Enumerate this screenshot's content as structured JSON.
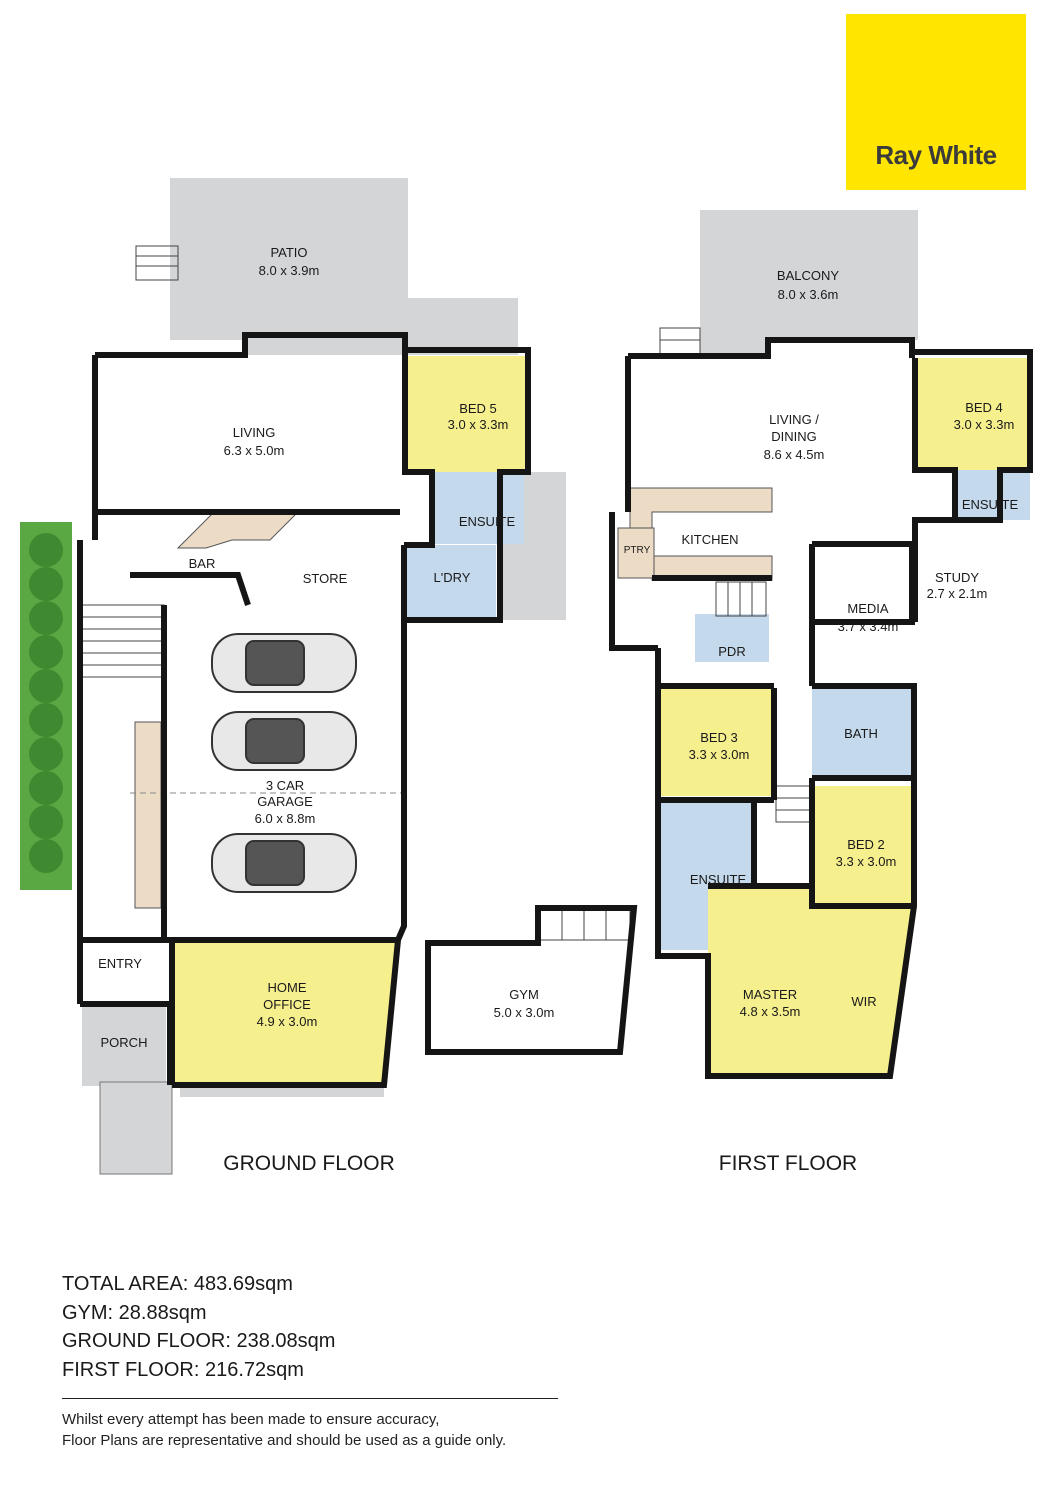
{
  "brand": {
    "logo_text": "Ray White",
    "logo_color": "#ffe500"
  },
  "colors": {
    "bedroom": "#f6ef8e",
    "wet": "#c4d9ec",
    "outdoor": "#d4d5d7",
    "joinery": "#ecdcc6",
    "garden": "#5aa844",
    "wall": "#151515"
  },
  "ground_floor": {
    "title": "GROUND FLOOR",
    "rooms": {
      "patio": {
        "name": "PATIO",
        "size": "8.0 x 3.9m"
      },
      "living": {
        "name": "LIVING",
        "size": "6.3 x 5.0m"
      },
      "bed5": {
        "name": "BED 5",
        "size": "3.0 x 3.3m"
      },
      "ensuite": {
        "name": "ENSUITE"
      },
      "laundry": {
        "name": "L'DRY"
      },
      "bar": {
        "name": "BAR"
      },
      "store": {
        "name": "STORE"
      },
      "garage_l1": "3 CAR",
      "garage_l2": "GARAGE",
      "garage_size": "6.0 x 8.8m",
      "entry": {
        "name": "ENTRY"
      },
      "office_l1": "HOME",
      "office_l2": "OFFICE",
      "office_size": "4.9 x 3.0m",
      "porch": {
        "name": "PORCH"
      },
      "gym": {
        "name": "GYM",
        "size": "5.0 x 3.0m"
      }
    }
  },
  "first_floor": {
    "title": "FIRST FLOOR",
    "rooms": {
      "balcony": {
        "name": "BALCONY",
        "size": "8.0 x 3.6m"
      },
      "living_l1": "LIVING /",
      "living_l2": "DINING",
      "living_size": "8.6 x 4.5m",
      "bed4": {
        "name": "BED 4",
        "size": "3.0 x 3.3m"
      },
      "ensuite4": {
        "name": "ENSUITE"
      },
      "kitchen": {
        "name": "KITCHEN"
      },
      "pantry": {
        "name": "PTRY"
      },
      "study": {
        "name": "STUDY",
        "size": "2.7 x 2.1m"
      },
      "media": {
        "name": "MEDIA",
        "size": "3.7 x 3.4m"
      },
      "powder": {
        "name": "PDR"
      },
      "bed3": {
        "name": "BED 3",
        "size": "3.3 x 3.0m"
      },
      "bath": {
        "name": "BATH"
      },
      "bed2": {
        "name": "BED 2",
        "size": "3.3 x 3.0m"
      },
      "ensuite_master": {
        "name": "ENSUITE"
      },
      "master": {
        "name": "MASTER",
        "size": "4.8 x 3.5m"
      },
      "wir": {
        "name": "WIR"
      }
    }
  },
  "areas": {
    "total": "TOTAL AREA: 483.69sqm",
    "gym": "GYM: 28.88sqm",
    "ground": "GROUND FLOOR: 238.08sqm",
    "first": "FIRST FLOOR: 216.72sqm"
  },
  "disclaimer": {
    "line1": "Whilst every attempt has been made to ensure accuracy,",
    "line2": "Floor Plans are representative and should be used as a guide only."
  }
}
